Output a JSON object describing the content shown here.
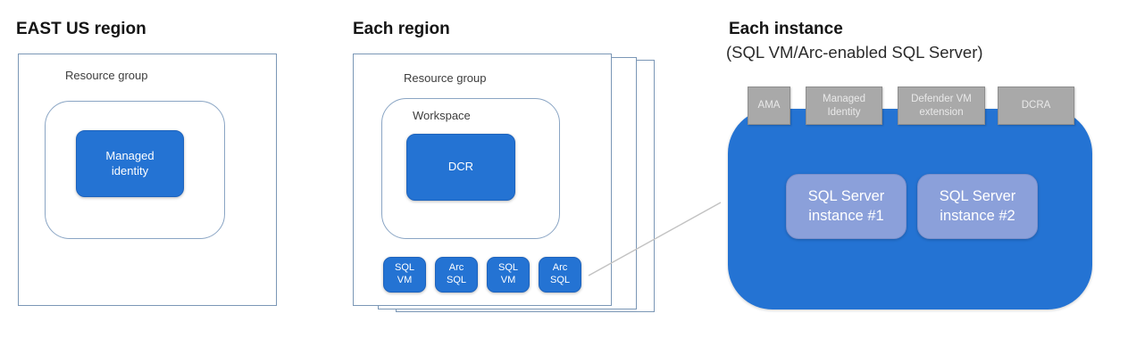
{
  "panels": {
    "east_us": {
      "title": "EAST US region",
      "resource_group_label": "Resource group",
      "managed_identity_label": "Managed\nidentity"
    },
    "each_region": {
      "title": "Each region",
      "resource_group_label": "Resource group",
      "workspace_label": "Workspace",
      "dcr_label": "DCR",
      "instance_boxes": [
        "SQL\nVM",
        "Arc\nSQL",
        "SQL\nVM",
        "Arc\nSQL"
      ]
    },
    "each_instance": {
      "title": "Each instance",
      "subtitle": "(SQL VM/Arc-enabled SQL Server)",
      "extensions": [
        "AMA",
        "Managed\nIdentity",
        "Defender VM\nextension",
        "DCRA"
      ],
      "sql_instances": [
        "SQL Server\ninstance #1",
        "SQL Server\ninstance #2"
      ]
    }
  },
  "colors": {
    "accent_blue": "#2473d3",
    "light_instance_blue": "#8ba0da",
    "extension_gray": "#a9a9a9",
    "box_border_blue_gray": "#7b97b6",
    "connector_gray": "#c2c2c2"
  }
}
